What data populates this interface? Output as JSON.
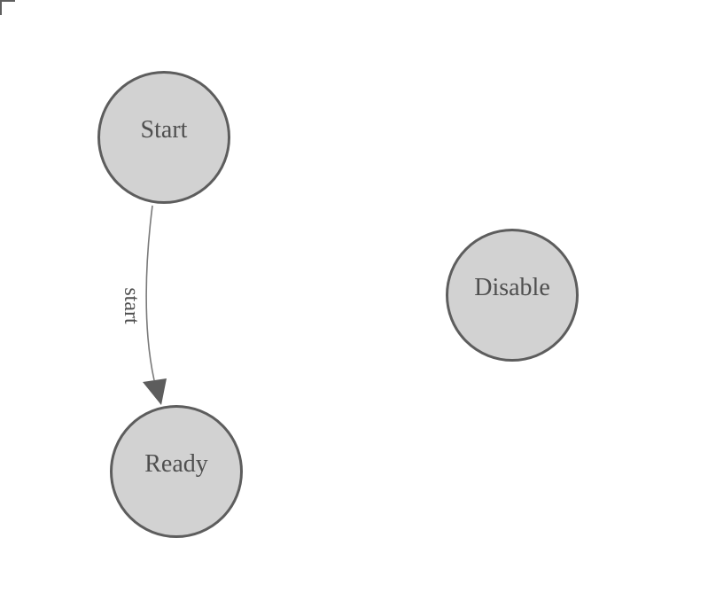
{
  "diagram": {
    "nodes": [
      {
        "label": "Start"
      },
      {
        "label": "Ready"
      },
      {
        "label": "Disable"
      }
    ],
    "edges": [
      {
        "from": "Start",
        "to": "Ready",
        "label": "start"
      }
    ],
    "colors": {
      "background": "#ffffff",
      "node_fill": "#d2d2d2",
      "node_border": "#5d5d5d",
      "node_text": "#4f4f4f",
      "edge_line": "#7a7a7a",
      "arrowhead": "#5d5d5d",
      "corner_bracket": "#5f5f5f"
    }
  }
}
